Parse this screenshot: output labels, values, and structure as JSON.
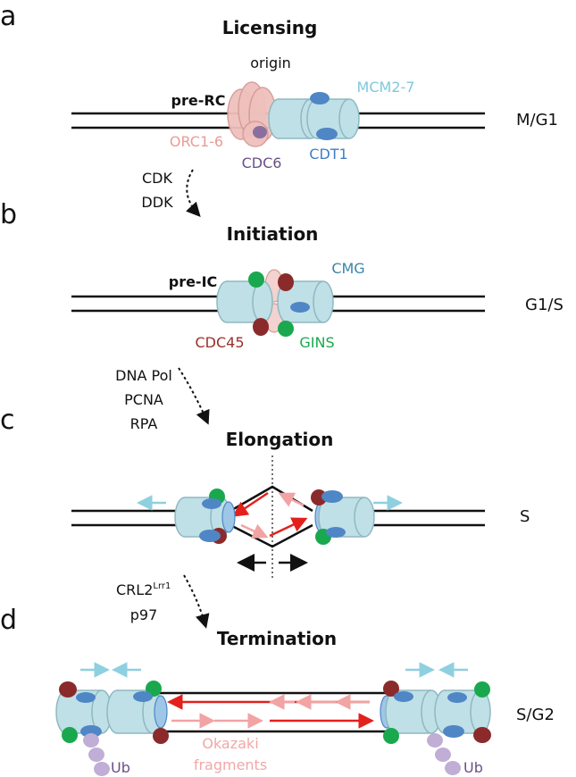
{
  "colors": {
    "mcm": "#bfe0e6",
    "mcm_stroke": "#8fb8c2",
    "orc": "#efc1bd",
    "orc_stroke": "#d79b96",
    "cdc6": "#8a6f9e",
    "cdt1": "#4f86c6",
    "gins": "#1aa84f",
    "cdc45": "#8b2a2a",
    "ub": "#c0aed6",
    "red": "#e3201b",
    "pink": "#f2a3a3",
    "cyan_arrow": "#8fd0e0",
    "label_mcm": "#7ec8dd",
    "label_orc": "#e79c96",
    "label_cdc6": "#6b4f87",
    "label_cdt1": "#3f7fc3",
    "label_cmg": "#3a86a8",
    "label_cdc45": "#9a2f2a",
    "label_gins": "#1aa84f",
    "label_okazaki": "#f2a7a7",
    "label_ub": "#6b4f87"
  },
  "panels": {
    "a": {
      "letter": "a",
      "title": "Licensing",
      "origin": "origin",
      "complex": "pre-RC",
      "labels": {
        "mcm": "MCM2-7",
        "orc": "ORC1-6",
        "cdc6": "CDC6",
        "cdt1": "CDT1"
      },
      "phase": "M/G1"
    },
    "b": {
      "letter": "b",
      "title": "Initiation",
      "complex": "pre-IC",
      "labels": {
        "cmg": "CMG",
        "cdc45": "CDC45",
        "gins": "GINS"
      },
      "phase": "G1/S"
    },
    "c": {
      "letter": "c",
      "title": "Elongation",
      "phase": "S"
    },
    "d": {
      "letter": "d",
      "title": "Termination",
      "phase": "S/G2",
      "labels": {
        "okazaki_line1": "Okazaki",
        "okazaki_line2": "fragments",
        "ub_left": "Ub",
        "ub_right": "Ub"
      }
    }
  },
  "transitions": {
    "ab": {
      "line1": "CDK",
      "line2": "DDK"
    },
    "bc": {
      "line1": "DNA Pol",
      "line2": "PCNA",
      "line3": "RPA"
    },
    "cd": {
      "line1_main": "CRL2",
      "line1_sup": "Lrr1",
      "line2": "p97"
    }
  }
}
